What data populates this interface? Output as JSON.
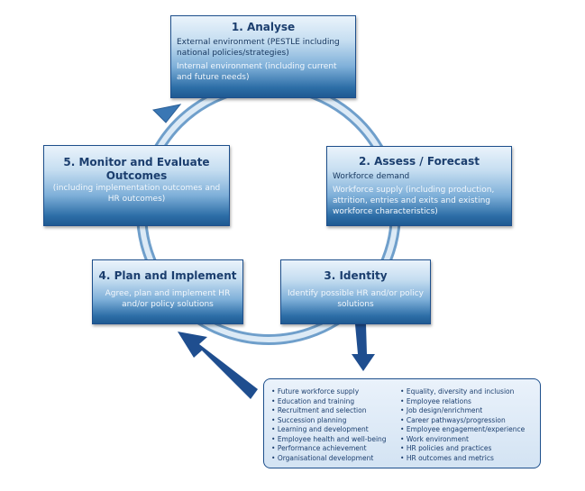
{
  "stages": {
    "analyse": {
      "title": "1. Analyse",
      "line1": "External environment (PESTLE including national policies/strategies)",
      "line2": "Internal environment (including current and future needs)"
    },
    "assess": {
      "title": "2. Assess / Forecast",
      "line1": "Workforce demand",
      "line2": "Workforce supply (including production, attrition, entries and exits and existing workforce characteristics)"
    },
    "identify": {
      "title": "3. Identity",
      "line1": "Identify possible HR and/or policy solutions"
    },
    "plan": {
      "title": "4. Plan and Implement",
      "line1": "Agree, plan and implement HR and/or policy solutions"
    },
    "monitor": {
      "title": "5. Monitor and Evaluate Outcomes",
      "line1": "(including implementation outcomes and HR outcomes)"
    }
  },
  "areas": {
    "column1": [
      "Future workforce supply",
      "Education and training",
      "Recruitment and selection",
      "Succession planning",
      "Learning and development",
      "Employee health and well-being",
      "Performance achievement",
      "Organisational development"
    ],
    "column2": [
      "Equality, diversity and inclusion",
      "Employee relations",
      "Job design/enrichment",
      "Career pathways/progression",
      "Employee engagement/experience",
      "Work environment",
      "HR policies and practices",
      "HR outcomes and metrics"
    ]
  },
  "colors": {
    "ring": "#b9d3ea",
    "arrow": "#1f4e8f",
    "box_border": "#1d4f8c"
  }
}
